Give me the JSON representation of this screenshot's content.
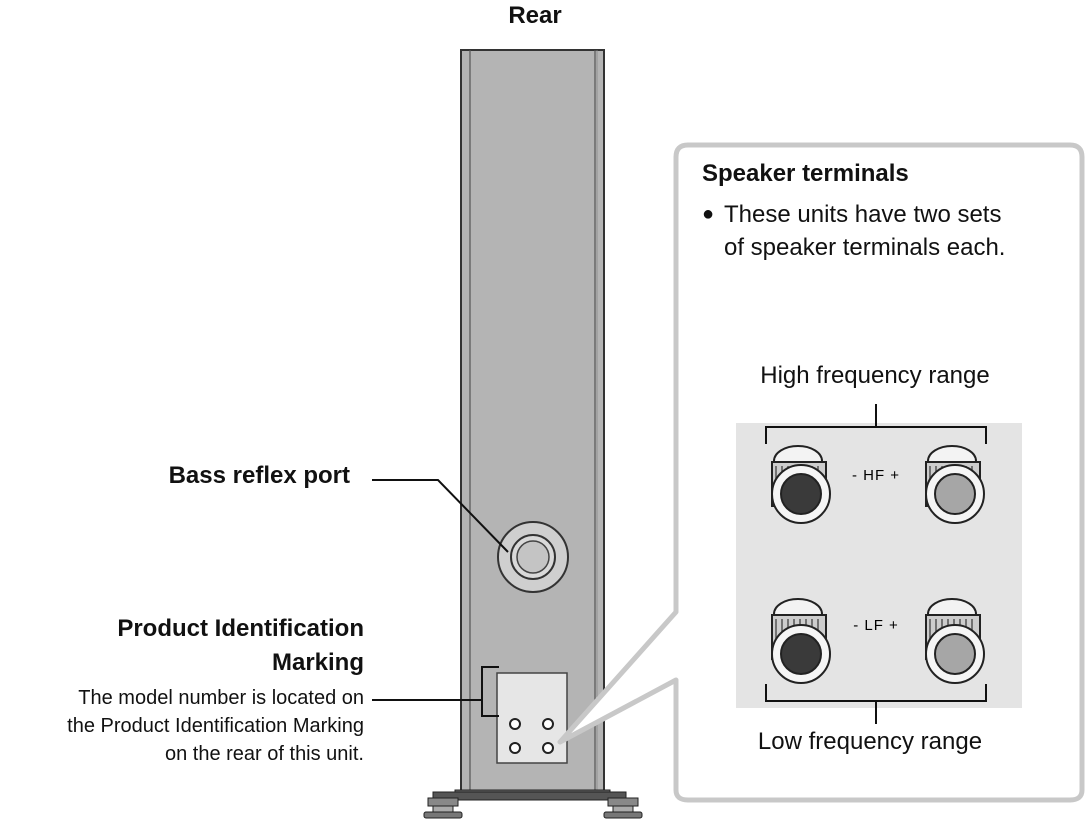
{
  "heading": "Rear",
  "bass_reflex_label": "Bass reflex port",
  "product_id": {
    "title_line1": "Product Identification",
    "title_line2": "Marking",
    "description_line1": "The model number is located on",
    "description_line2": "the Product Identification Marking",
    "description_line3": "on the rear of this unit."
  },
  "callout": {
    "title": "Speaker terminals",
    "bullet_line1": "These units have two sets",
    "bullet_line2": "of speaker terminals each.",
    "high_range": "High frequency range",
    "low_range": "Low frequency range",
    "hf_label": "- HF +",
    "lf_label": "- LF +"
  },
  "colors": {
    "cabinet": "#b4b4b4",
    "panel": "#e4e4e4",
    "callout_border": "#c8c8c8",
    "terminal_positive": "#a6a6a6",
    "terminal_negative": "#3a3a3a"
  }
}
